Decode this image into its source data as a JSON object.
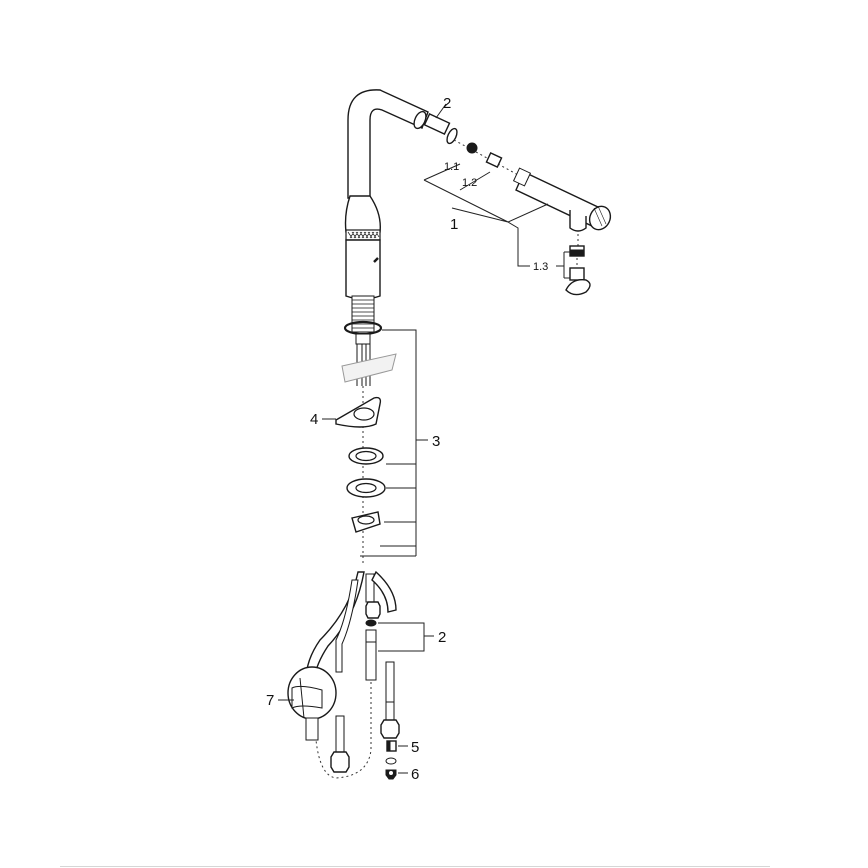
{
  "diagram": {
    "type": "exploded-parts-view",
    "subject": "pull-out kitchen faucet",
    "callouts": {
      "c1": "1",
      "c1_1": "1.1",
      "c1_2": "1.2",
      "c1_3": "1.3",
      "c2_top": "2",
      "c2_bottom": "2",
      "c3": "3",
      "c4": "4",
      "c5": "5",
      "c6": "6",
      "c7": "7"
    },
    "colors": {
      "line": "#1a1a1a",
      "background": "#ffffff",
      "footer_rule": "#d6d6d6"
    }
  }
}
